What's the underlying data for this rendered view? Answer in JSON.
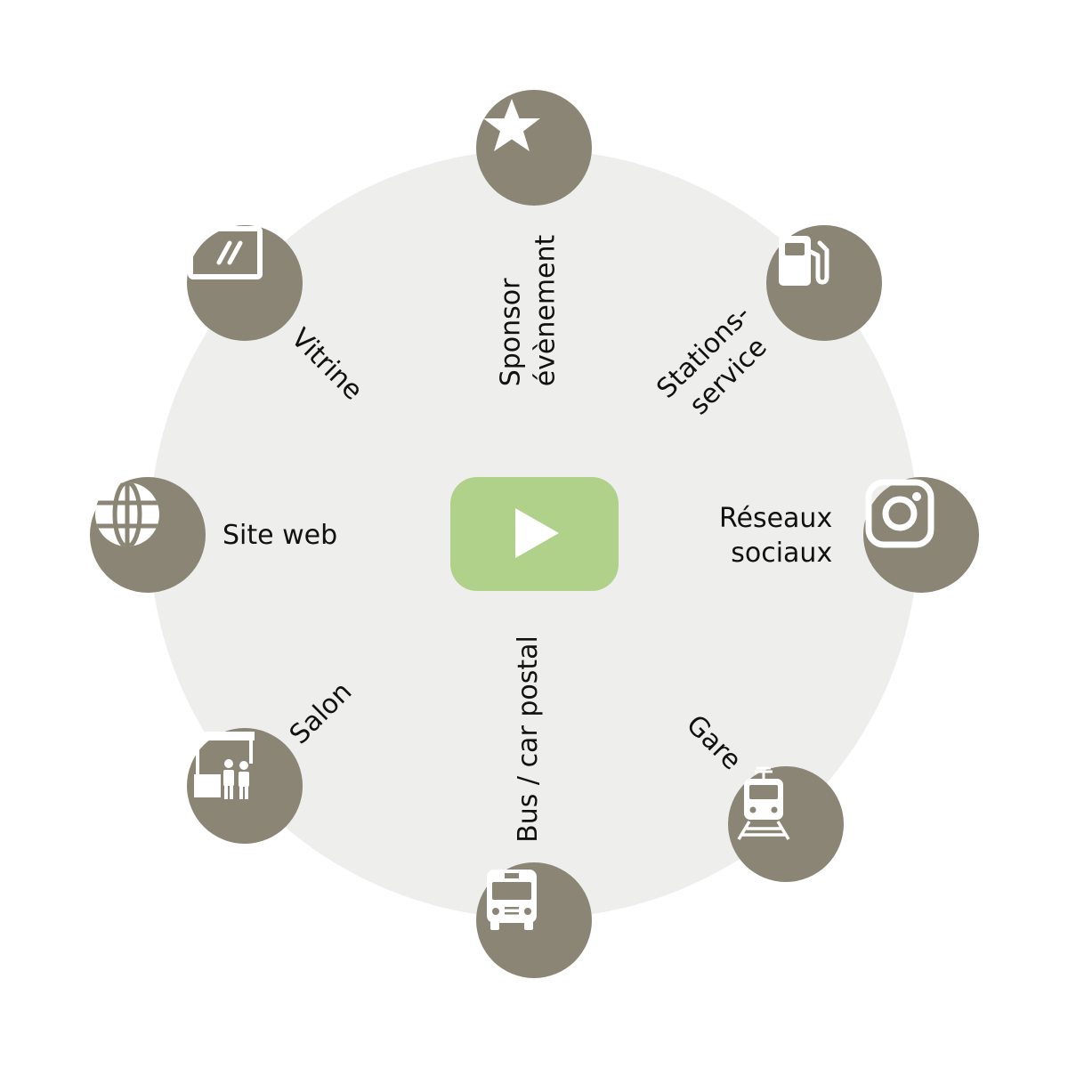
{
  "colors": {
    "background": "#ffffff",
    "disc": "#eeeeed",
    "node": "#8a8574",
    "icon": "#ffffff",
    "center": "#afd18a",
    "text": "#111111"
  },
  "center": {
    "icon": "play-icon"
  },
  "channels": [
    {
      "id": "sponsor",
      "label": "Sponsor\névènement",
      "icon": "star-icon"
    },
    {
      "id": "stations",
      "label": "Stations-\nservice",
      "icon": "fuel-pump-icon"
    },
    {
      "id": "reseaux",
      "label": "Réseaux\nsociaux",
      "icon": "instagram-icon"
    },
    {
      "id": "gare",
      "label": "Gare",
      "icon": "train-icon"
    },
    {
      "id": "bus",
      "label": "Bus / car postal",
      "icon": "bus-icon"
    },
    {
      "id": "salon",
      "label": "Salon",
      "icon": "booth-icon"
    },
    {
      "id": "site",
      "label": "Site web",
      "icon": "globe-icon"
    },
    {
      "id": "vitrine",
      "label": "Vitrine",
      "icon": "window-display-icon"
    }
  ]
}
